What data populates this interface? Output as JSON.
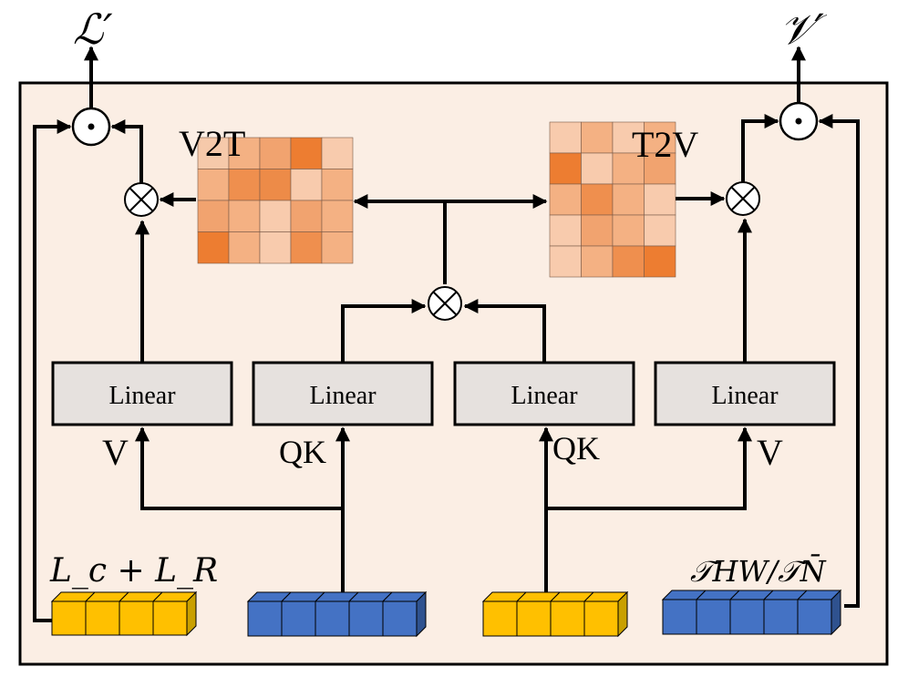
{
  "outputs": {
    "left": "ℒ′",
    "right": "𝒱′"
  },
  "matrices": {
    "v2t": {
      "label": "V2T",
      "cells": [
        [
          "#f6c9aa",
          "#f4b183",
          "#f1a36f",
          "#ed7d31",
          "#f8cbad"
        ],
        [
          "#f4b183",
          "#ef8f4e",
          "#ed8b48",
          "#f8cbad",
          "#f4b183"
        ],
        [
          "#f1a36f",
          "#f4b183",
          "#f8cbad",
          "#f1a36f",
          "#f4b183"
        ],
        [
          "#ed7d31",
          "#f4b183",
          "#f8cbad",
          "#ef8f4e",
          "#f4b183"
        ]
      ]
    },
    "t2v": {
      "label": "T2V",
      "cells": [
        [
          "#f8cbad",
          "#f4b183",
          "#f8cbad",
          "#f4b183"
        ],
        [
          "#ed7d31",
          "#f8cbad",
          "#f4b183",
          "#f1a36f"
        ],
        [
          "#f4b183",
          "#ef8f4e",
          "#f4b183",
          "#f8cbad"
        ],
        [
          "#f8cbad",
          "#f1a36f",
          "#f4b183",
          "#f8cbad"
        ],
        [
          "#f8cbad",
          "#f4b183",
          "#ef8f4e",
          "#ed7d31"
        ]
      ]
    }
  },
  "linear_label": "Linear",
  "branch_labels": {
    "v_left": "V",
    "qk_left": "QK",
    "qk_right": "QK",
    "v_right": "V"
  },
  "token_labels": {
    "text": "L_c + L_R",
    "video": "𝒯HW/𝒯N̄"
  },
  "colors": {
    "panel_bg": "#fbeee4",
    "linear_fill": "#e6e1de",
    "text_token": "#ffc000",
    "text_token_side": "#c9a000",
    "video_token": "#4472c4",
    "video_token_side": "#2f528f"
  },
  "icons": {
    "hadamard": "circle-dot-icon",
    "matmul": "circle-times-icon"
  }
}
